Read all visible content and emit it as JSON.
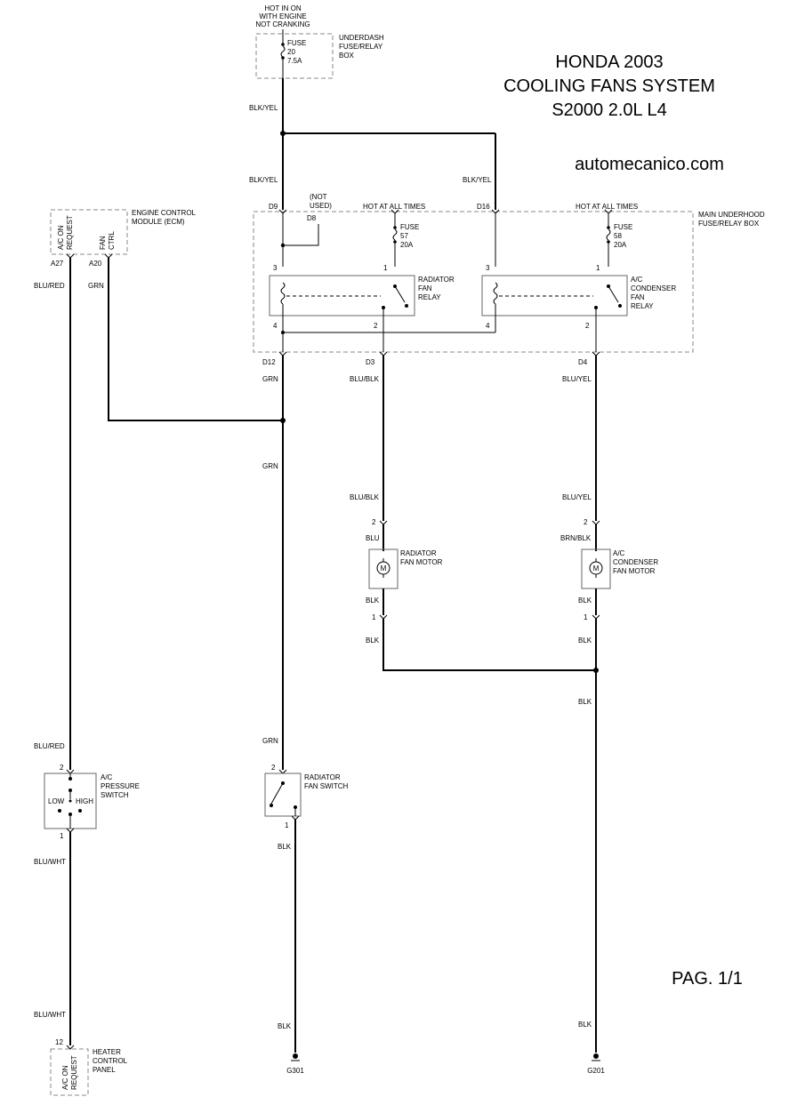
{
  "title": {
    "line1": "HONDA 2003",
    "line2": "COOLING FANS SYSTEM",
    "line3": "S2000 2.0L L4"
  },
  "website": "automecanico.com",
  "page": "PAG. 1/1",
  "hot_in_on": [
    "HOT IN ON",
    "WITH ENGINE",
    "NOT CRANKING"
  ],
  "hot_at_all_times": "HOT AT ALL TIMES",
  "not_used": [
    "(NOT",
    "USED)"
  ],
  "underdash_box": {
    "lines": [
      "UNDERDASH",
      "FUSE/RELAY",
      "BOX"
    ],
    "fuse": [
      "FUSE",
      "20",
      "7.5A"
    ]
  },
  "main_box": {
    "lines": [
      "MAIN UNDERHOOD",
      "FUSE/RELAY BOX"
    ]
  },
  "fuse57": [
    "FUSE",
    "57",
    "20A"
  ],
  "fuse58": [
    "FUSE",
    "58",
    "20A"
  ],
  "ecm": {
    "lines": [
      "ENGINE CONTROL",
      "MODULE (ECM)"
    ],
    "pin1": [
      "A/C ON",
      "REQUEST"
    ],
    "pin2": [
      "FAN",
      "CTRL"
    ],
    "pin1_id": "A27",
    "pin2_id": "A20"
  },
  "radiator_relay": [
    "RADIATOR",
    "FAN",
    "RELAY"
  ],
  "ac_relay": [
    "A/C",
    "CONDENSER",
    "FAN",
    "RELAY"
  ],
  "radiator_motor": [
    "RADIATOR",
    "FAN MOTOR"
  ],
  "ac_motor": [
    "A/C",
    "CONDENSER",
    "FAN MOTOR"
  ],
  "motor_symbol": "M",
  "pressure_switch": {
    "lines": [
      "A/C",
      "PRESSURE",
      "SWITCH"
    ],
    "low": "LOW",
    "high": "HIGH"
  },
  "radiator_switch": [
    "RADIATOR",
    "FAN SWITCH"
  ],
  "heater_panel": {
    "lines": [
      "HEATER",
      "CONTROL",
      "PANEL"
    ],
    "pin": [
      "A/C ON",
      "REQUEST"
    ],
    "pin_id": "12"
  },
  "connectors": {
    "d9": "D9",
    "d8": "D8",
    "d16": "D16",
    "d12": "D12",
    "d3": "D3",
    "d4": "D4"
  },
  "pins": {
    "p1": "1",
    "p2": "2",
    "p3": "3",
    "p4": "4"
  },
  "wires": {
    "blk_yel": "BLK/YEL",
    "blu_red": "BLU/RED",
    "grn": "GRN",
    "blu_blk": "BLU/BLK",
    "blu_yel": "BLU/YEL",
    "blu": "BLU",
    "brn_blk": "BRN/BLK",
    "blk": "BLK",
    "blu_wht": "BLU/WHT"
  },
  "grounds": {
    "g301": "G301",
    "g201": "G201"
  }
}
